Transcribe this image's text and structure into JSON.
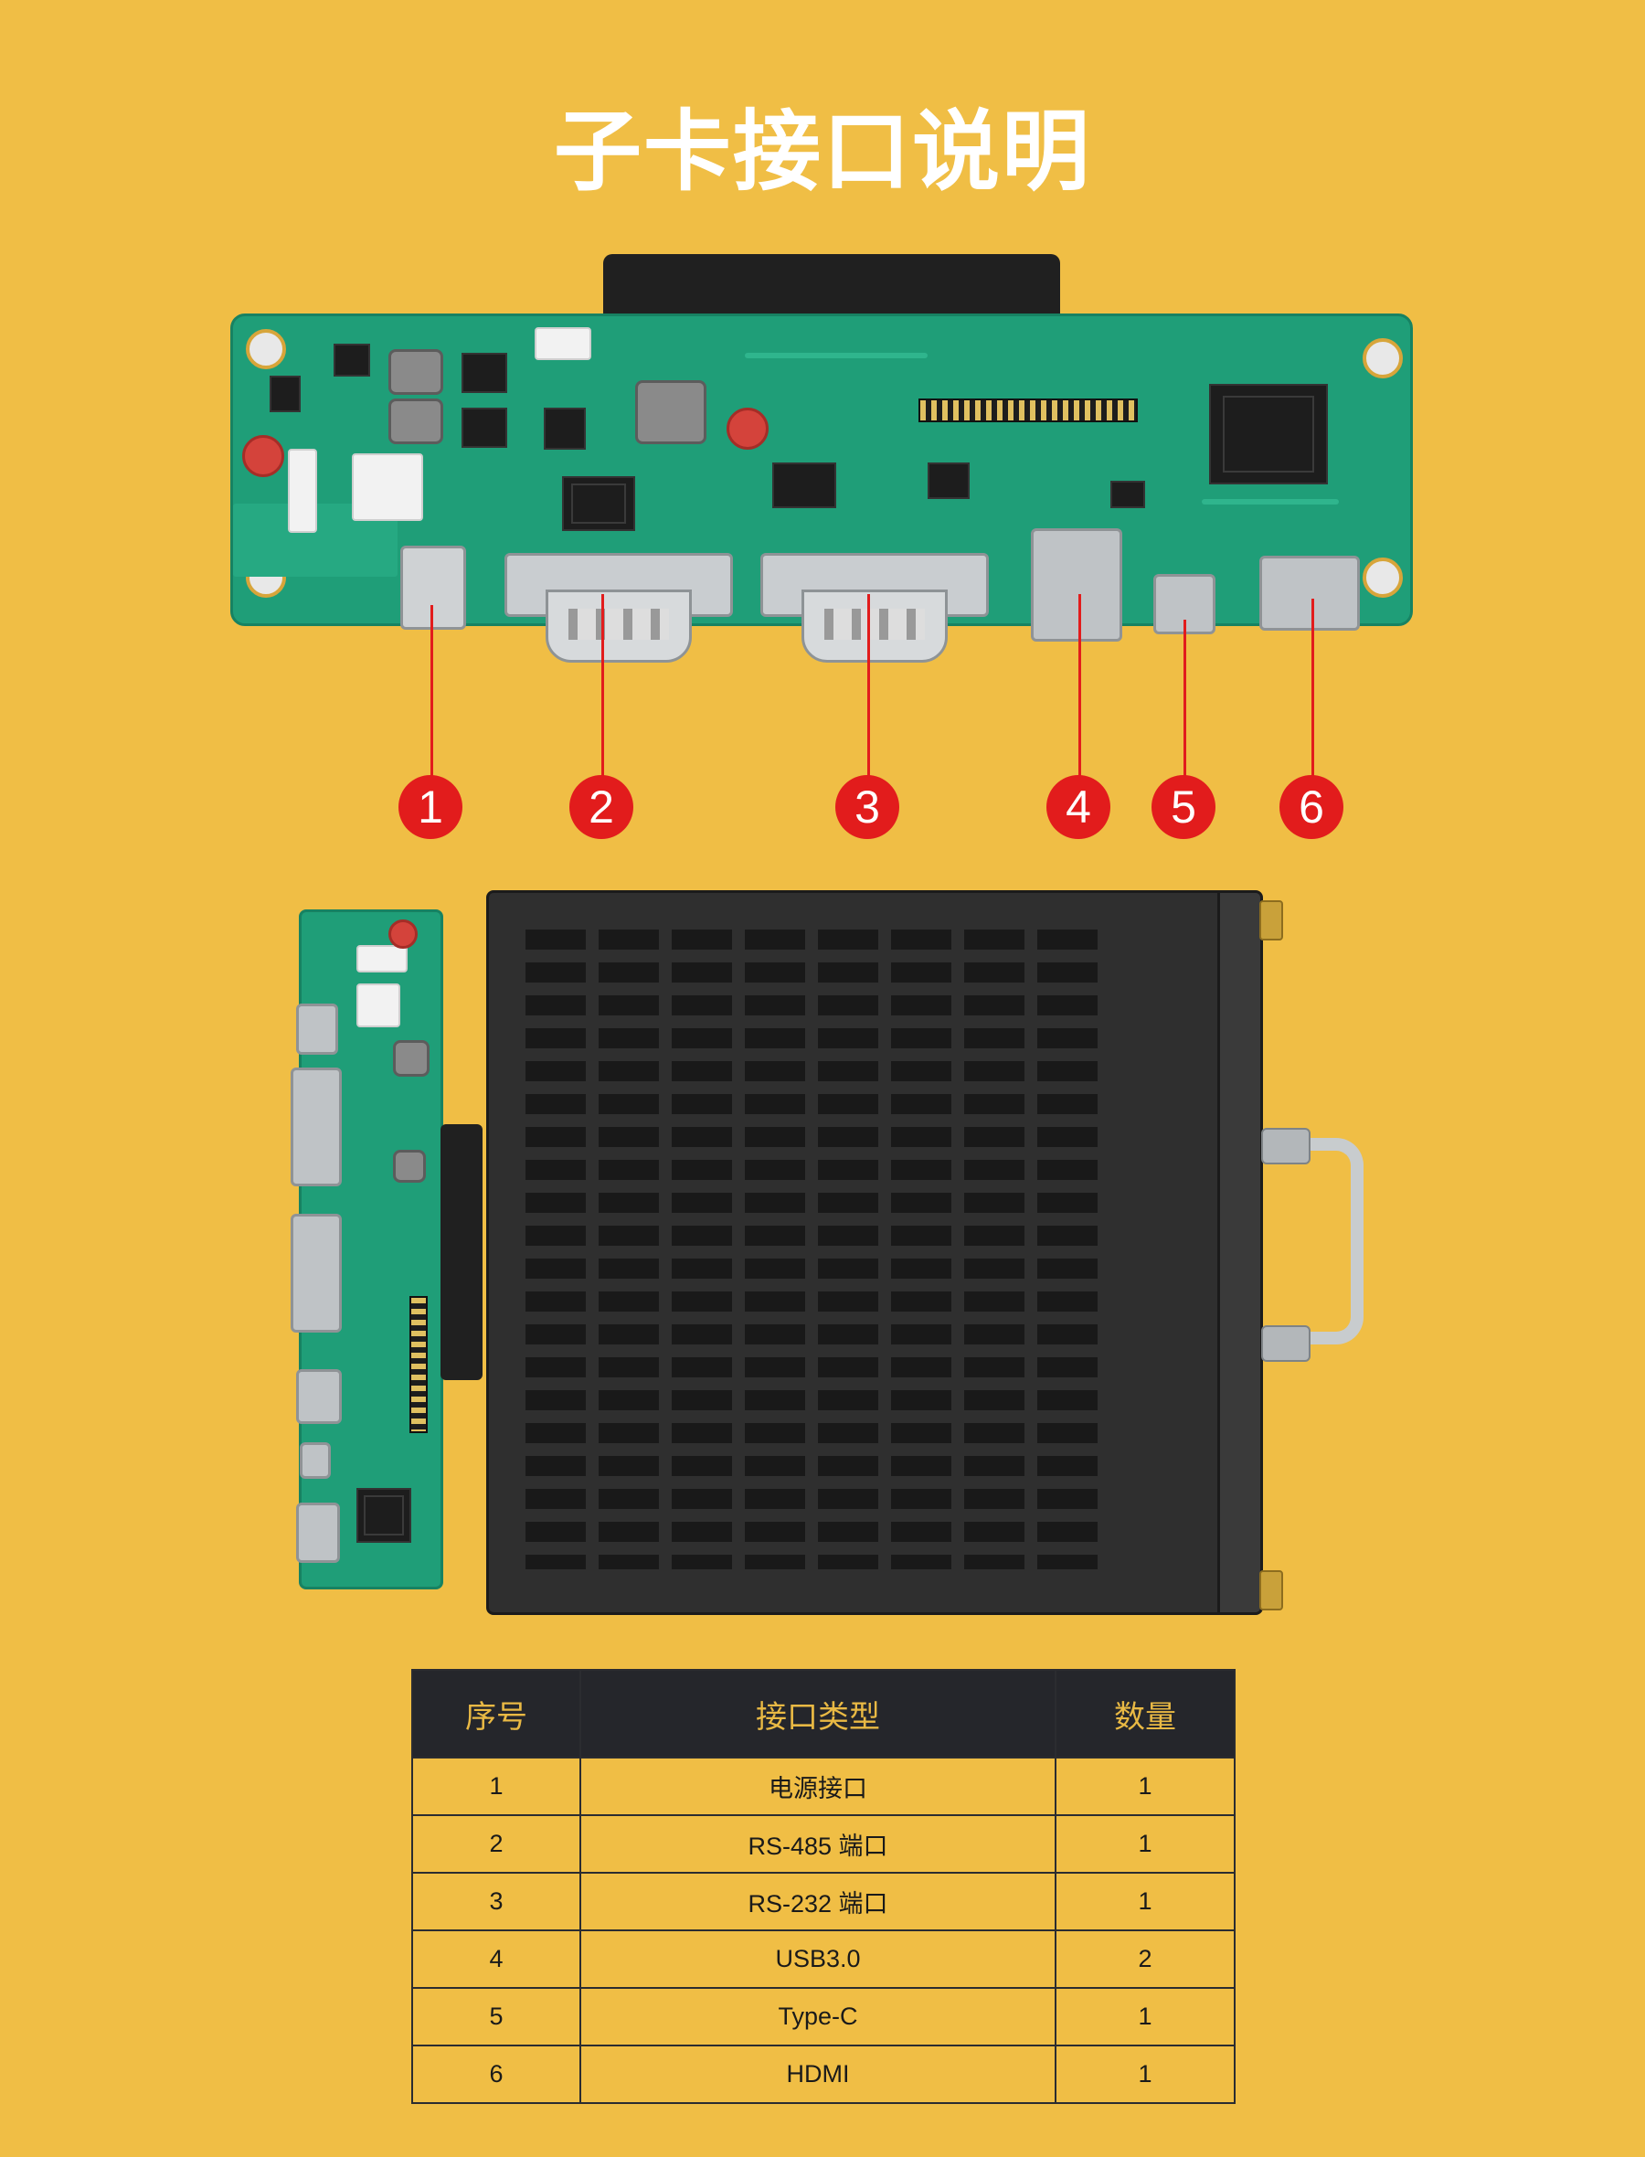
{
  "title": "子卡接口说明",
  "callouts": [
    "1",
    "2",
    "3",
    "4",
    "5",
    "6"
  ],
  "table": {
    "headers": [
      "序号",
      "接口类型",
      "数量"
    ],
    "rows": [
      [
        "1",
        "电源接口",
        "1"
      ],
      [
        "2",
        "RS-485 端口",
        "1"
      ],
      [
        "3",
        "RS-232 端口",
        "1"
      ],
      [
        "4",
        "USB3.0",
        "2"
      ],
      [
        "5",
        "Type-C",
        "1"
      ],
      [
        "6",
        "HDMI",
        "1"
      ]
    ]
  },
  "colors": {
    "background": "#F0BE45",
    "title": "#FFFFFF",
    "header_bg": "#25262B",
    "header_text": "#E9B944",
    "callout": "#E21C1C",
    "pcb": "#1F9E78"
  },
  "icons": [
    "pcb-board-photo",
    "embedded-pc-case-photo"
  ]
}
